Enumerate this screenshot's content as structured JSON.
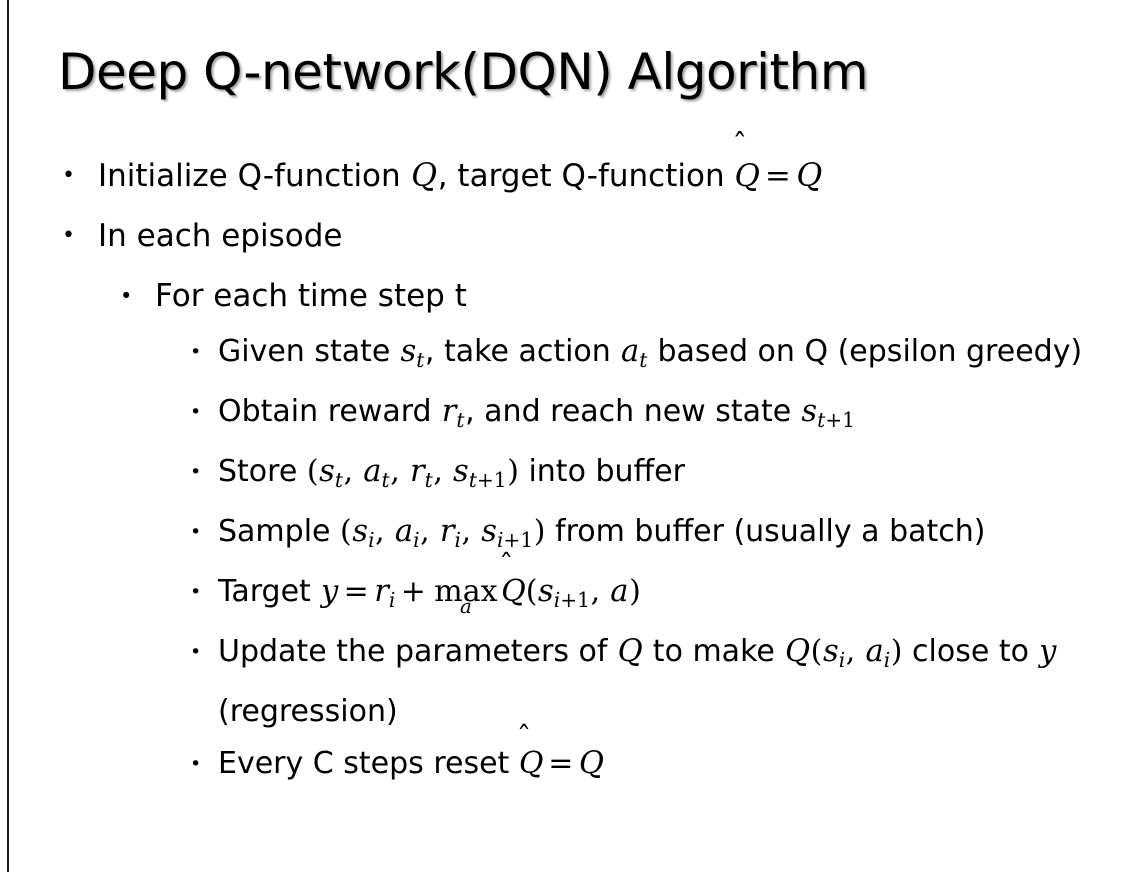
{
  "slide": {
    "title": "Deep Q-network(DQN) Algorithm",
    "background_color": "#ffffff",
    "text_color": "#000000",
    "left_rule_color": "#1b1b1b"
  },
  "bullets": {
    "marker": "•",
    "level1": [
      {
        "id": "initialize",
        "text": "Initialize Q-function Q, target Q-function Q̂ = Q",
        "parts": {
          "lead": "Initialize Q-function ",
          "var_q1": "Q",
          "mid": ", target Q-function ",
          "var_qhat": "Q",
          "hat": "̂",
          "eq": "=",
          "var_q2": "Q"
        }
      },
      {
        "id": "in-each-episode",
        "text": "In each episode"
      }
    ],
    "level2": [
      {
        "id": "for-each-time-step",
        "text": "For each time step t"
      }
    ],
    "level3": [
      {
        "id": "given-state",
        "text": "Given state s_t, take action a_t based on Q (epsilon greedy)",
        "parts": {
          "lead": "Given state ",
          "var_s": "s",
          "sub_s": "t",
          "mid1": ", take action ",
          "var_a": "a",
          "sub_a": "t",
          "tail": " based on Q (epsilon greedy)"
        }
      },
      {
        "id": "obtain-reward",
        "text": "Obtain reward r_t, and reach new state s_{t+1}",
        "parts": {
          "lead": "Obtain reward ",
          "var_r": "r",
          "sub_r": "t",
          "mid": ", and reach new state ",
          "var_s": "s",
          "sub_s_letter": "t",
          "sub_s_rest": "+1"
        }
      },
      {
        "id": "store-transition",
        "text": "Store (s_t, a_t, r_t, s_{t+1}) into buffer",
        "parts": {
          "lead": "Store ",
          "open": "(",
          "v1": "s",
          "v1sub": "t",
          "v2": "a",
          "v2sub": "t",
          "v3": "r",
          "v3sub": "t",
          "v4": "s",
          "v4sub_letter": "t",
          "v4sub_rest": "+1",
          "close": ")",
          "tail": " into buffer",
          "comma": ", "
        }
      },
      {
        "id": "sample-batch",
        "text": "Sample (s_i, a_i, r_i, s_{i+1}) from buffer (usually a batch)",
        "parts": {
          "lead": "Sample ",
          "open": "(",
          "v1": "s",
          "v1sub": "i",
          "v2": "a",
          "v2sub": "i",
          "v3": "r",
          "v3sub": "i",
          "v4": "s",
          "v4sub_letter": "i",
          "v4sub_rest": "+1",
          "close": ")",
          "tail": " from buffer (usually a batch)",
          "comma": ", "
        }
      },
      {
        "id": "target",
        "text": "Target y = r_i + max_a Q̂(s_{i+1}, a)",
        "parts": {
          "lead": "Target ",
          "var_y": "y",
          "eq": "=",
          "var_r": "r",
          "sub_r": "i",
          "plus": "+",
          "op": "max",
          "op_under": "a",
          "var_qhat": "Q",
          "hat": "̂",
          "open": "(",
          "var_s": "s",
          "sub_s_letter": "i",
          "sub_s_rest": "+1",
          "comma": ", ",
          "var_a": "a",
          "close": ")"
        }
      },
      {
        "id": "update-parameters",
        "text": "Update the parameters of Q to make Q(s_i, a_i) close to y (regression)",
        "parts": {
          "lead": "Update the parameters of ",
          "var_q1": "Q",
          "mid1": " to make ",
          "var_q2": "Q",
          "open": "(",
          "var_s": "s",
          "sub_s": "i",
          "comma": ", ",
          "var_a": "a",
          "sub_a": "i",
          "close": ")",
          "mid2": " close to ",
          "var_y": "y",
          "tail": " (regression)"
        }
      },
      {
        "id": "reset-target",
        "text": "Every C steps reset Q̂ = Q",
        "parts": {
          "lead": "Every C steps reset ",
          "var_qhat": "Q",
          "hat": "̂",
          "eq": "=",
          "var_q": "Q"
        }
      }
    ]
  }
}
